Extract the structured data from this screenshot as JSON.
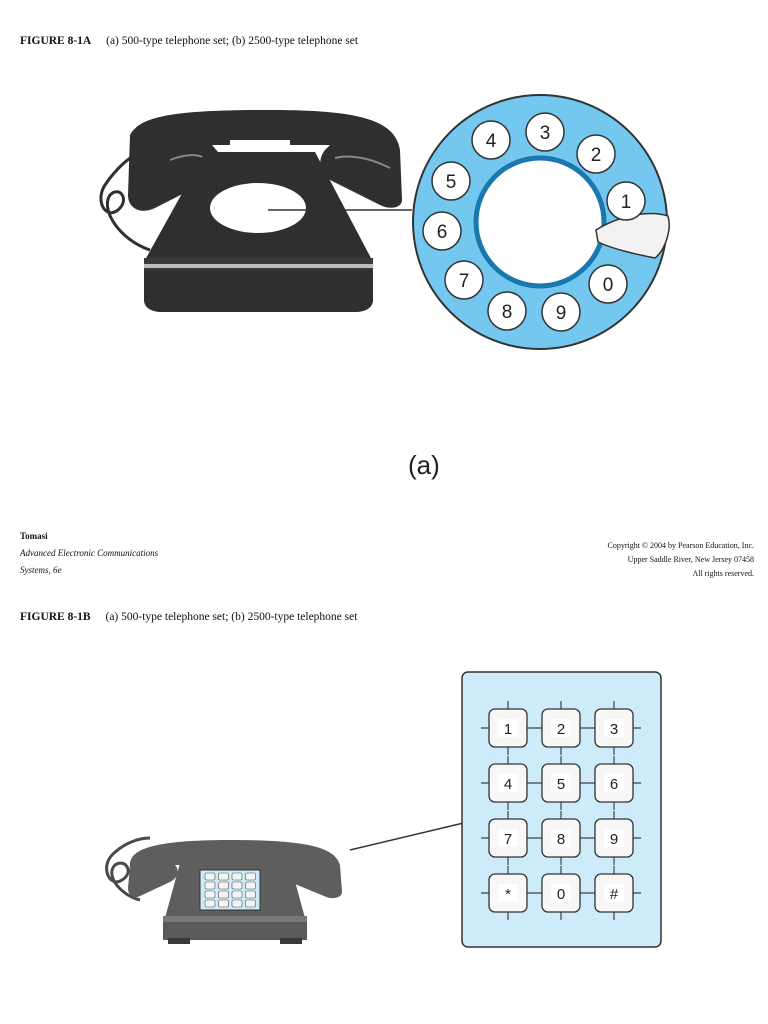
{
  "figure_a": {
    "label": "FIGURE 8-1A",
    "text": "(a) 500-type telephone set; (b) 2500-type telephone set",
    "sub_label": "(a)",
    "dial_digits": [
      "1",
      "2",
      "3",
      "4",
      "5",
      "6",
      "7",
      "8",
      "9",
      "0"
    ]
  },
  "footer": {
    "author": "Tomasi",
    "book_line1": "Advanced Electronic Communications",
    "book_line2": "Systems, 6e",
    "copyright_line1": "Copyright © 2004 by Pearson Education, Inc.",
    "copyright_line2": "Upper Saddle River, New Jersey 07458",
    "copyright_line3": "All rights reserved."
  },
  "figure_b": {
    "label": "FIGURE 8-1B",
    "text": "(a) 500-type telephone set; (b) 2500-type telephone set",
    "keypad_keys": [
      "1",
      "2",
      "3",
      "4",
      "5",
      "6",
      "7",
      "8",
      "9",
      "*",
      "0",
      "#"
    ]
  },
  "colors": {
    "phone_dark": "#2f2f2f",
    "phone_gray": "#5e5e5e",
    "dial_blue": "#74c8f0",
    "keypad_blue": "#cdebf9"
  }
}
